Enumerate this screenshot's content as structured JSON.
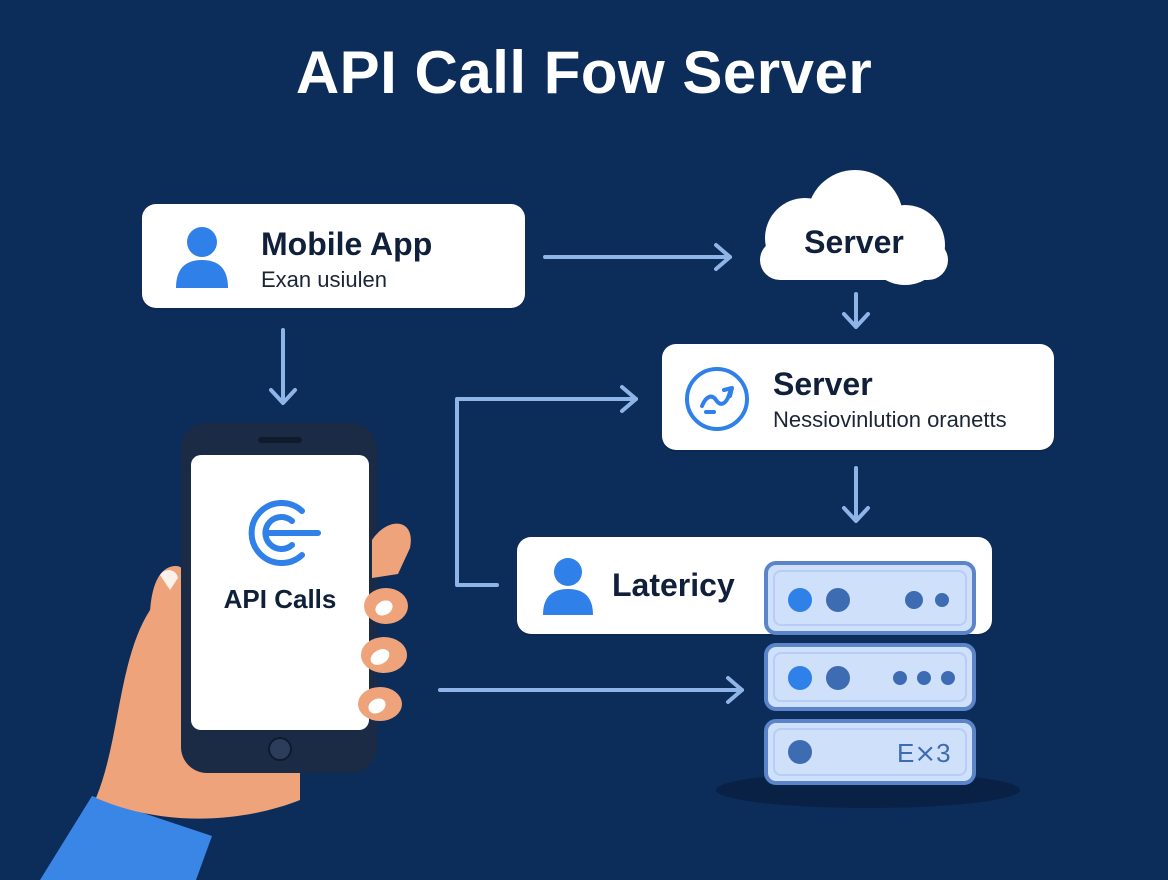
{
  "title": "API Call Fow Server",
  "mobile_card": {
    "title": "Mobile App",
    "subtitle": "Exan usiulen"
  },
  "cloud_server": {
    "label": "Server"
  },
  "server_card": {
    "title": "Server",
    "subtitle": "Nessiovinlution oranetts"
  },
  "latency_card": {
    "title": "Latericy"
  },
  "phone": {
    "label": "API Calls"
  },
  "rack": {
    "bottom_label": "E⨯3"
  },
  "icons": [
    "user-icon",
    "cloud-icon",
    "process-icon",
    "api-logo-icon",
    "server-rack-icon",
    "hand-icon"
  ],
  "colors": {
    "background": "#0c2c59",
    "accent_blue": "#2f80e8",
    "arrow": "#8fb4e8",
    "card": "#ffffff",
    "rack_fill": "#cfe0fb",
    "rack_border": "#5b85c8"
  }
}
